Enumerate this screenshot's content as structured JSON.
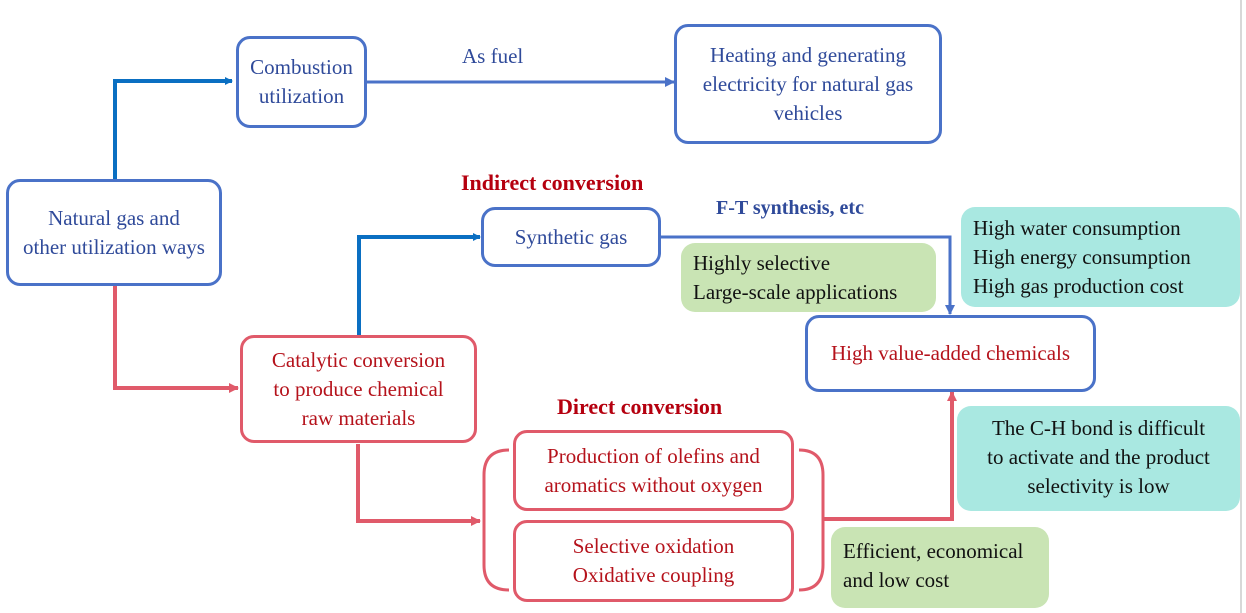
{
  "nodes": {
    "root": [
      "Natural gas and",
      "other utilization ways"
    ],
    "combustion": [
      "Combustion",
      "utilization"
    ],
    "heating": [
      "Heating and generating",
      "electricity for natural gas",
      "vehicles"
    ],
    "synthetic_gas": [
      "Synthetic gas"
    ],
    "catalytic": [
      "Catalytic conversion",
      "to produce chemical",
      "raw materials"
    ],
    "chemicals": [
      "High value-added chemicals"
    ],
    "olefins": [
      "Production of olefins and",
      "aromatics without oxygen"
    ],
    "oxidation": [
      "Selective oxidation",
      "Oxidative coupling"
    ]
  },
  "labels": {
    "as_fuel": "As fuel",
    "indirect": "Indirect conversion",
    "ft": "F-T synthesis, etc",
    "direct": "Direct conversion"
  },
  "notes": {
    "indirect_pros": [
      "Highly selective",
      "Large-scale applications"
    ],
    "indirect_cons": [
      "High water consumption",
      "High energy consumption",
      "High gas production cost"
    ],
    "direct_cons": [
      "The C-H bond is difficult",
      "to activate and the product",
      "selectivity is low"
    ],
    "direct_pros": [
      "Efficient, economical",
      "and low cost"
    ]
  },
  "colors": {
    "blue_border": "#4a72c8",
    "blue_arrow": "#0a6fc2",
    "red": "#e05a6a",
    "green_note": "#c9e4b4",
    "teal_note": "#a9e8e1"
  }
}
